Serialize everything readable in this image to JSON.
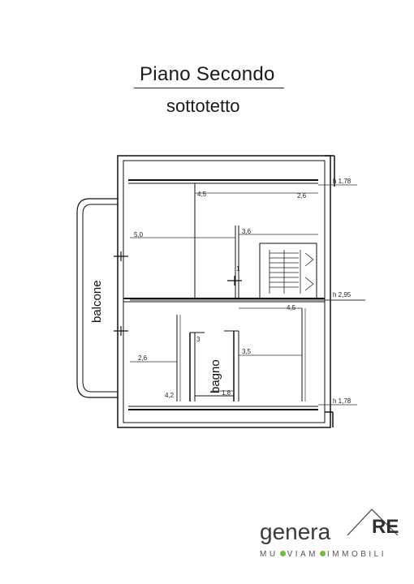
{
  "title": "Piano Secondo",
  "subtitle": "sottotetto",
  "heights": {
    "h1": "h 1,78",
    "h2": "h 2,95",
    "h3": "h 1,78"
  },
  "dimensions": {
    "d45_top": "4,5",
    "d26_top": "2,6",
    "d36": "3,6",
    "d50": "5,0",
    "d45_right": "4,5",
    "d26_left": "2,6",
    "d35": "3,5",
    "d42": "4,2",
    "d18": "1,8",
    "d3": "3",
    "d1": "1"
  },
  "rooms": {
    "balcone": "balcone",
    "bagno": "bagno"
  },
  "logo": {
    "name": "genera",
    "mark": "RE",
    "tagline_parts": [
      "MU",
      "VIAM",
      "IMMOBILI"
    ],
    "accent": "#78b83f"
  }
}
